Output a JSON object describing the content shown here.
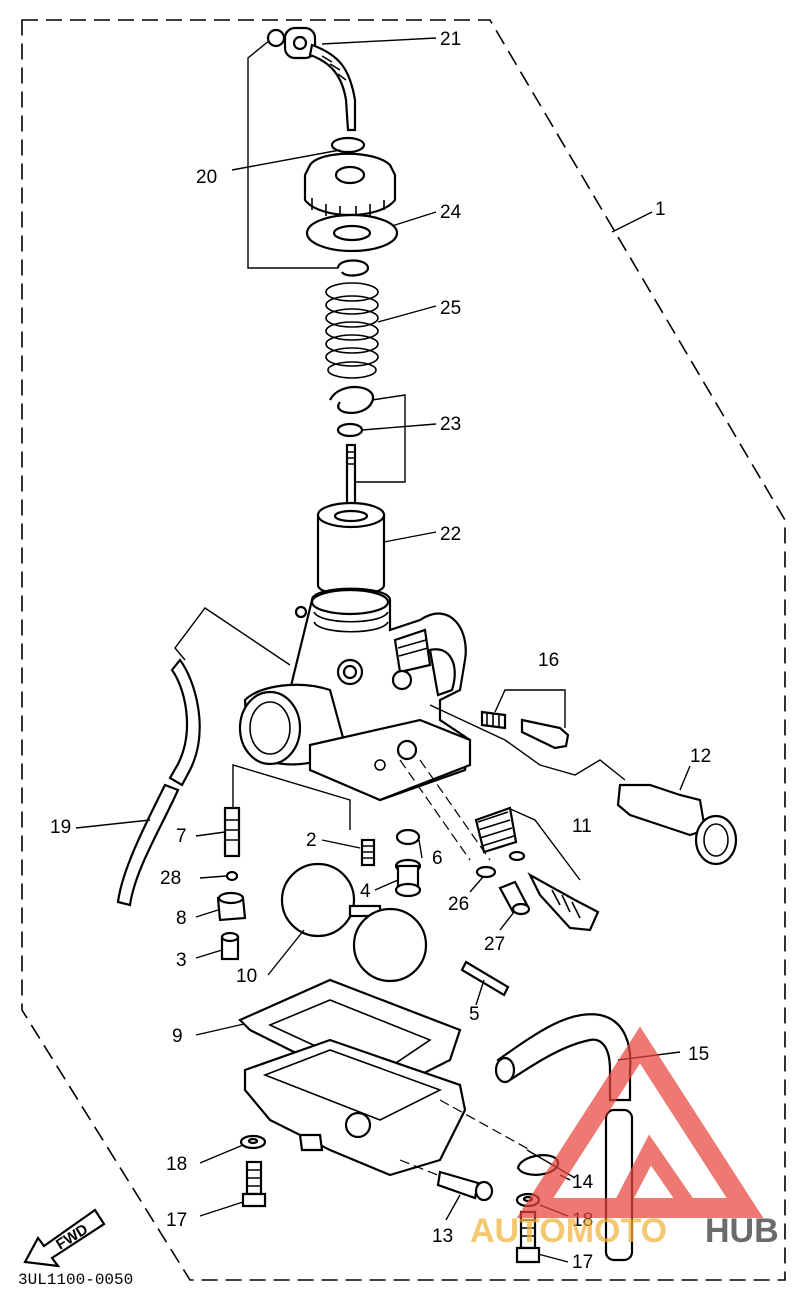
{
  "diagram": {
    "callouts": [
      {
        "id": "p1",
        "text": "1"
      },
      {
        "id": "p2",
        "text": "2"
      },
      {
        "id": "p3",
        "text": "3"
      },
      {
        "id": "p4",
        "text": "4"
      },
      {
        "id": "p5",
        "text": "5"
      },
      {
        "id": "p6",
        "text": "6"
      },
      {
        "id": "p7",
        "text": "7"
      },
      {
        "id": "p8",
        "text": "8"
      },
      {
        "id": "p9",
        "text": "9"
      },
      {
        "id": "p10",
        "text": "10"
      },
      {
        "id": "p11",
        "text": "11"
      },
      {
        "id": "p12",
        "text": "12"
      },
      {
        "id": "p13",
        "text": "13"
      },
      {
        "id": "p14",
        "text": "14"
      },
      {
        "id": "p15",
        "text": "15"
      },
      {
        "id": "p16",
        "text": "16"
      },
      {
        "id": "p17a",
        "text": "17"
      },
      {
        "id": "p17b",
        "text": "17"
      },
      {
        "id": "p18a",
        "text": "18"
      },
      {
        "id": "p18b",
        "text": "18"
      },
      {
        "id": "p19",
        "text": "19"
      },
      {
        "id": "p20",
        "text": "20"
      },
      {
        "id": "p21",
        "text": "21"
      },
      {
        "id": "p22",
        "text": "22"
      },
      {
        "id": "p23",
        "text": "23"
      },
      {
        "id": "p24",
        "text": "24"
      },
      {
        "id": "p25",
        "text": "25"
      },
      {
        "id": "p26",
        "text": "26"
      },
      {
        "id": "p27",
        "text": "27"
      },
      {
        "id": "p28",
        "text": "28"
      }
    ],
    "direction_label": "FWD",
    "document_number": "3UL1100-0050"
  },
  "watermark": {
    "brand_part1": "AUTOMOTO",
    "brand_part2": "HUB",
    "color_primary": "#e8453c",
    "color_secondary": "#f2b23a",
    "color_dark": "#333333"
  }
}
